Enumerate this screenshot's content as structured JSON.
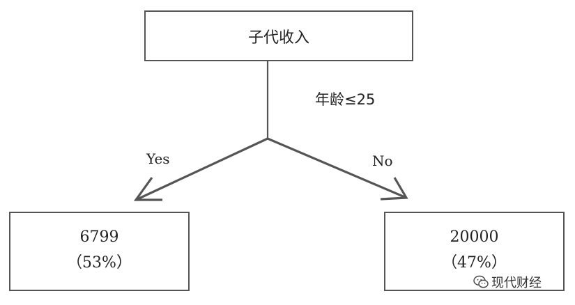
{
  "root": {
    "label": "子代收入"
  },
  "split": {
    "condition": "年龄≤25"
  },
  "branches": {
    "yes_label": "Yes",
    "no_label": "No"
  },
  "leaves": {
    "left": {
      "value": "6799",
      "share": "（53%）"
    },
    "right": {
      "value": "20000",
      "share": "（47%）"
    }
  },
  "watermark": {
    "text": "现代财经",
    "icon": "wechat-icon"
  },
  "colors": {
    "line": "#555555",
    "text": "#222222",
    "background": "#ffffff"
  }
}
